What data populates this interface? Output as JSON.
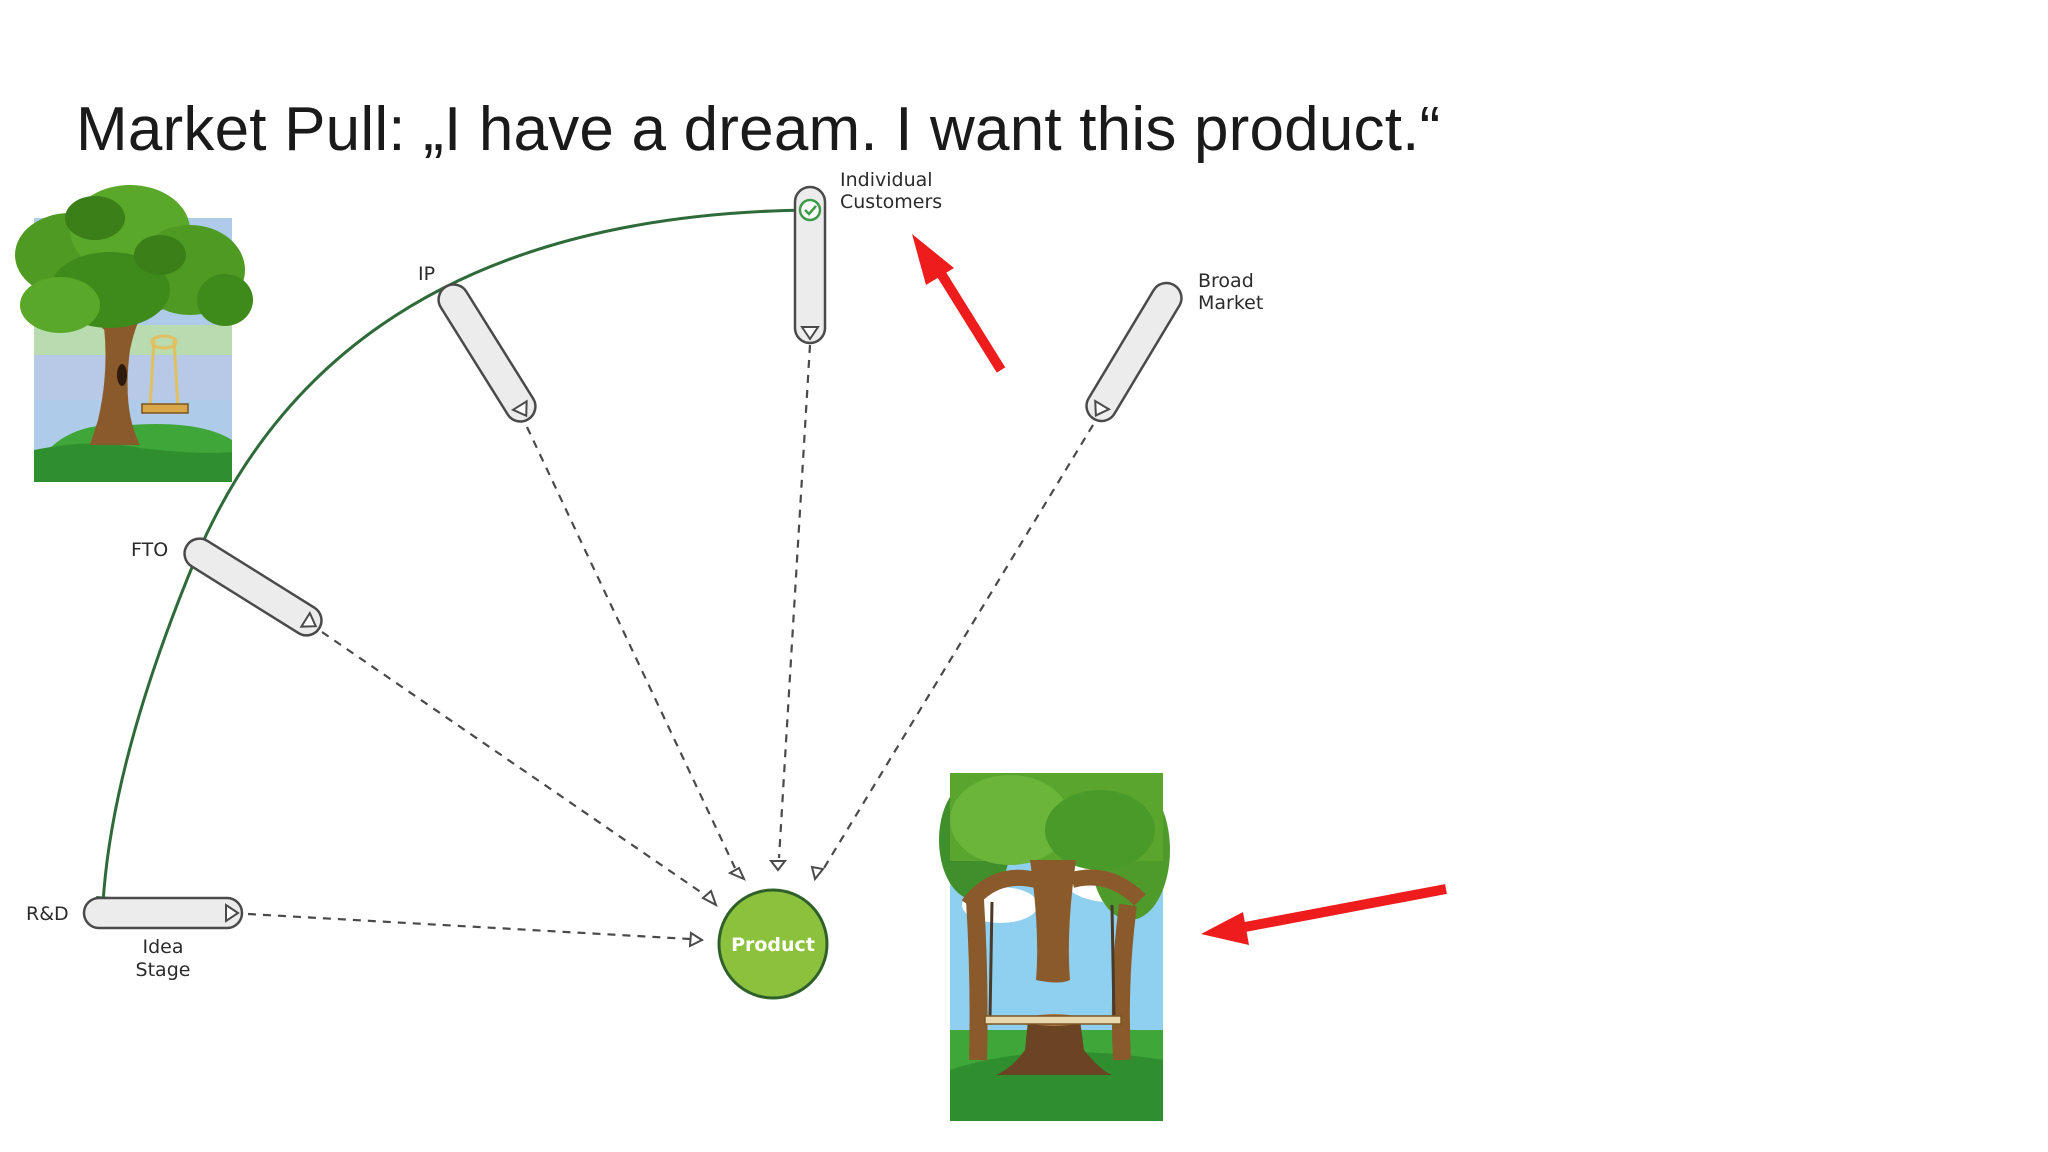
{
  "slide": {
    "title": "Market Pull: „I have a dream. I want this product.“"
  },
  "diagram": {
    "nodes": {
      "rnd": "R&D",
      "idea_stage_line1": "Idea",
      "idea_stage_line2": "Stage",
      "fto": "FTO",
      "ip": "IP",
      "individual_line1": "Individual",
      "individual_line2": "Customers",
      "broad_line1": "Broad",
      "broad_line2": "Market",
      "product": "Product"
    }
  },
  "colors": {
    "arc": "#2f6b3a",
    "product_fill": "#8bc13c",
    "product_border": "#2f5f2a",
    "pill_fill": "#ececec",
    "pill_border": "#4a4a4a",
    "dashed": "#4a4a4a",
    "arrow": "#ee1c1c",
    "check": "#3f9a4c"
  },
  "icons": {
    "check": "check-circle-icon",
    "triangle": "triangle-marker-icon"
  },
  "images": {
    "left": "tree-with-rope-swing",
    "right": "tree-with-cut-trunk-swing"
  }
}
